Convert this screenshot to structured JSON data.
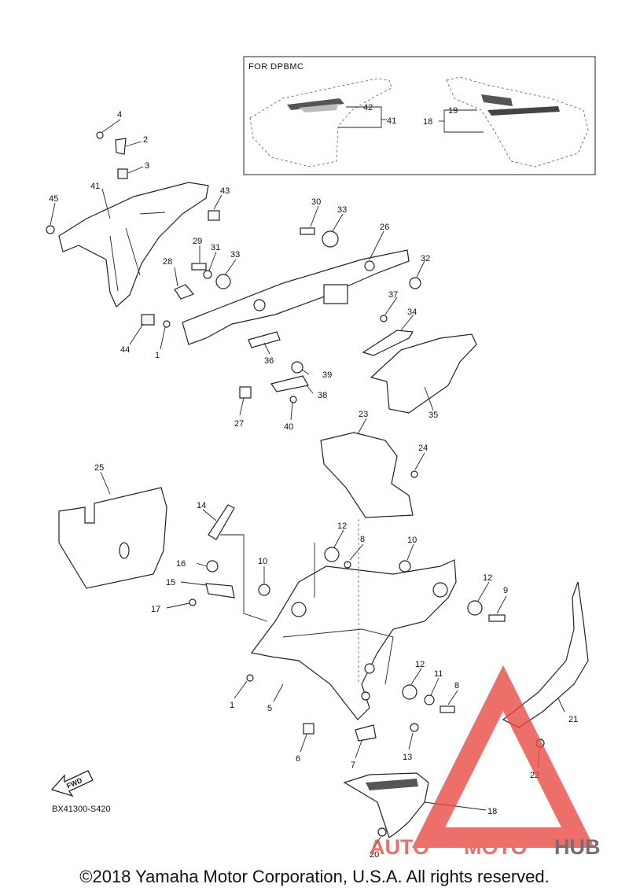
{
  "inset_label": "FOR DPBMC",
  "drawing_code": "BX41300-S420",
  "fwd_label": "FWD",
  "copyright": "©2018 Yamaha Motor Corporation, U.S.A. All rights reserved.",
  "watermark": {
    "part1": "AUTO",
    "part2": "MOTO",
    "part3": "HUB",
    "color_red": "#e8473f",
    "color_gray": "#4a4a4a"
  },
  "callouts": {
    "c1a": "1",
    "c1b": "1",
    "c2": "2",
    "c3": "3",
    "c4": "4",
    "c5": "5",
    "c6": "6",
    "c7": "7",
    "c8a": "8",
    "c8b": "8",
    "c9": "9",
    "c10a": "10",
    "c10b": "10",
    "c11": "11",
    "c12a": "12",
    "c12b": "12",
    "c12c": "12",
    "c13": "13",
    "c14": "14",
    "c15": "15",
    "c16": "16",
    "c17": "17",
    "c18a": "18",
    "c18b": "18",
    "c19": "19",
    "c20": "20",
    "c21": "21",
    "c22": "22",
    "c23": "23",
    "c24": "24",
    "c25": "25",
    "c26": "26",
    "c27": "27",
    "c28": "28",
    "c29": "29",
    "c30": "30",
    "c31": "31",
    "c32": "32",
    "c33a": "33",
    "c33b": "33",
    "c34": "34",
    "c35": "35",
    "c36": "36",
    "c37": "37",
    "c38": "38",
    "c39": "39",
    "c40": "40",
    "c41a": "41",
    "c41b": "41",
    "c42": "42",
    "c43": "43",
    "c44": "44",
    "c45": "45"
  }
}
